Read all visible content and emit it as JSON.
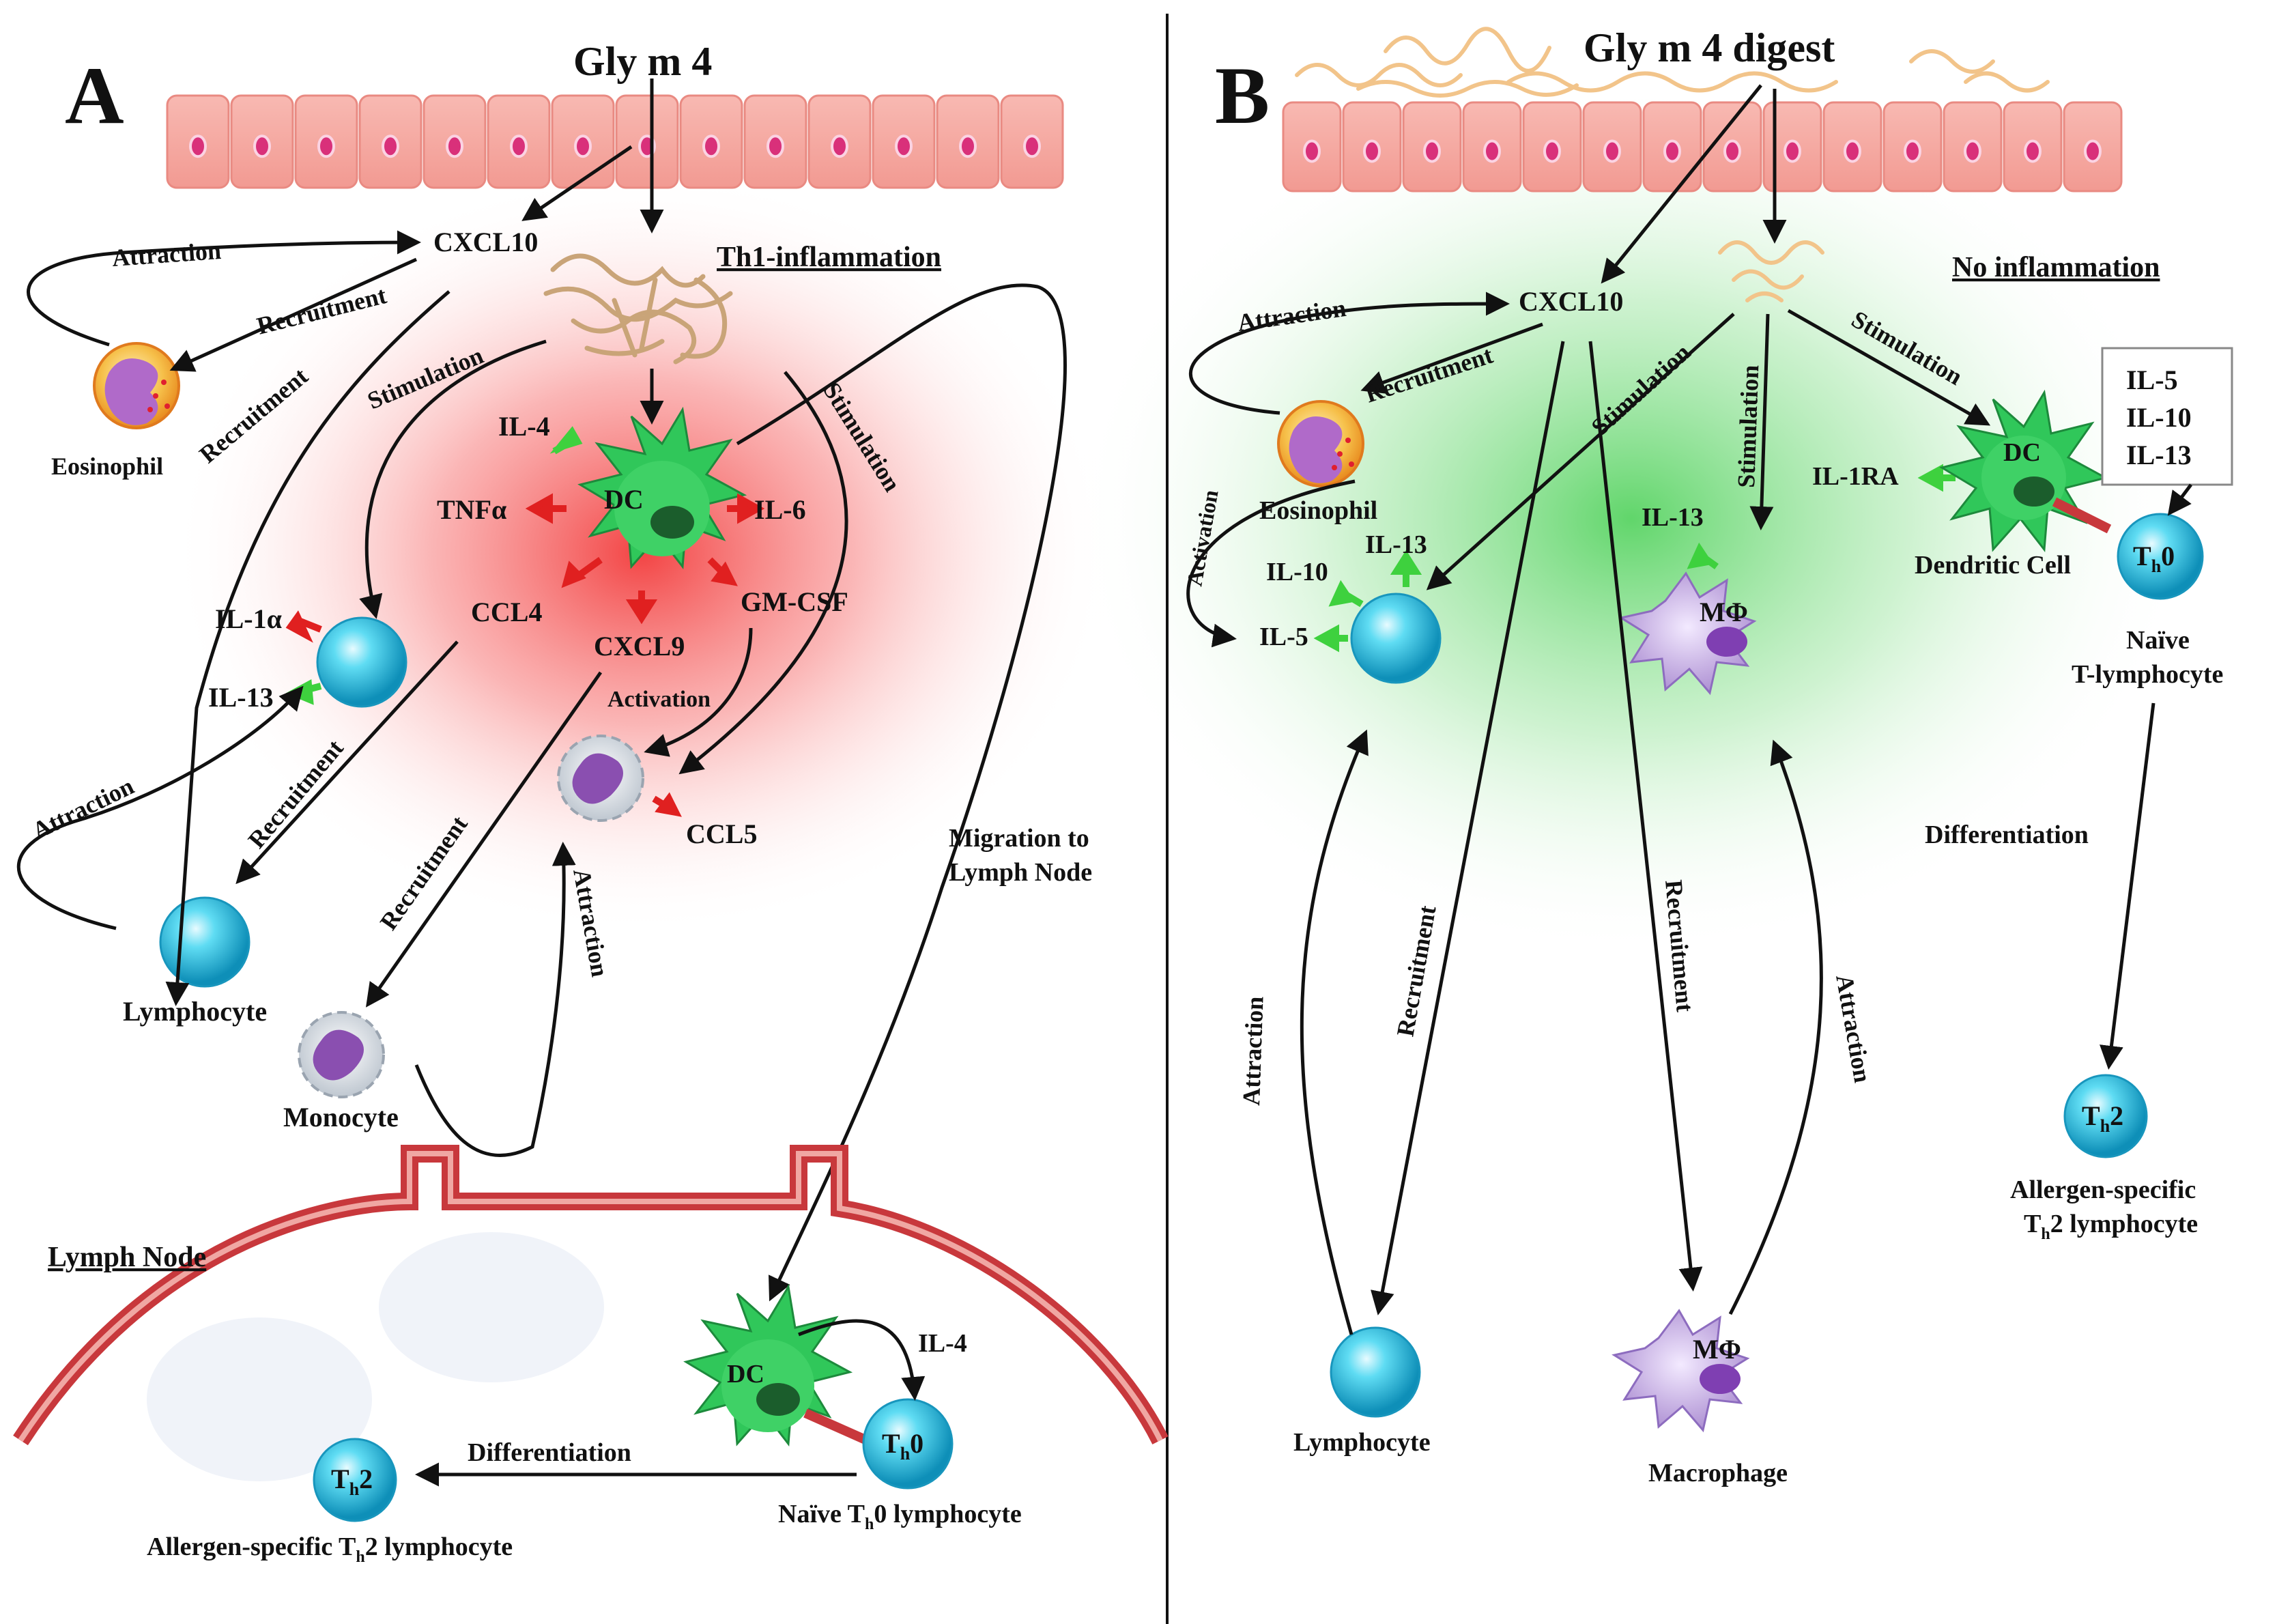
{
  "panel_a": {
    "letter": "A",
    "title": "Gly m 4",
    "heading": "Th1-inflammation",
    "cxcl10": "CXCL10",
    "dc": "DC",
    "cytokines": {
      "il4": "IL-4",
      "tnfa": "TNFα",
      "il6": "IL-6",
      "ccl4": "CCL4",
      "cxcl9": "CXCL9",
      "gmcsf": "GM-CSF",
      "il1a": "IL-1α",
      "il13": "IL-13",
      "ccl5": "CCL5"
    },
    "cells": {
      "eosinophil": "Eosinophil",
      "lymphocyte": "Lymphocyte",
      "monocyte": "Monocyte"
    },
    "arrows": {
      "attraction_top": "Attraction",
      "recruitment_eos": "Recruitment",
      "recruitment_lymph": "Recruitment",
      "stimulation_left": "Stimulation",
      "stimulation_right": "Stimulation",
      "activation": "Activation",
      "attraction_left": "Attraction",
      "recruitment_ccl4": "Recruitment",
      "recruitment_mono": "Recruitment",
      "attraction_mono": "Attraction",
      "migration_1": "Migration to",
      "migration_2": "Lymph Node"
    },
    "lymph_node": {
      "label": "Lymph Node",
      "dc": "DC",
      "il4": "IL-4",
      "th0": "T",
      "th0_sub": "h",
      "th0_tail": "0",
      "th2": "T",
      "th2_sub": "h",
      "th2_tail": "2",
      "differentiation": "Differentiation",
      "naive_pre": "Naïve T",
      "naive_sub": "h",
      "naive_post": "0 lymphocyte",
      "allergen_pre": "Allergen-specific T",
      "allergen_sub": "h",
      "allergen_post": "2 lymphocyte"
    }
  },
  "panel_b": {
    "letter": "B",
    "title": "Gly m 4 digest",
    "heading": "No inflammation",
    "cxcl10": "CXCL10",
    "cytokine_box": [
      "IL-5",
      "IL-10",
      "IL-13"
    ],
    "cytokines": {
      "il1ra": "IL-1RA",
      "il13_mac": "IL-13",
      "il13": "IL-13",
      "il10": "IL-10",
      "il5": "IL-5"
    },
    "cells": {
      "eosinophil": "Eosinophil",
      "dc": "DC",
      "dendritic_cell": "Dendritic Cell",
      "mphi": "MΦ",
      "naive_1": "Naïve",
      "naive_2": "T-lymphocyte",
      "lymphocyte": "Lymphocyte",
      "macrophage": "Macrophage",
      "th0": "T",
      "th0_sub": "h",
      "th0_tail": "0",
      "th2": "T",
      "th2_sub": "h",
      "th2_tail": "2",
      "allergen_1": "Allergen-specific",
      "allergen_pre": "T",
      "allergen_sub": "h",
      "allergen_post": "2 lymphocyte"
    },
    "arrows": {
      "attraction_top": "Attraction",
      "recruitment_eos": "Recruitment",
      "activation": "Activation",
      "stimulation_1": "Stimulation",
      "stimulation_2": "Stimulation",
      "stimulation_3": "Stimulation",
      "differentiation": "Differentiation",
      "attraction_lymph": "Attraction",
      "recruitment_lymph": "Recruitment",
      "recruitment_mac": "Recruitment",
      "attraction_mac": "Attraction"
    }
  },
  "colors": {
    "epithelium": "#f4a6a0",
    "nucleus": "#d9307a",
    "inflammation": "#f25a5a",
    "calm": "#5fd06a",
    "dc_green": "#2bbd55",
    "lymph_cyan": "#2fc6e6",
    "up_green": "#3ed13e",
    "up_red": "#e02020",
    "lymph_vessel": "#c8383c"
  }
}
